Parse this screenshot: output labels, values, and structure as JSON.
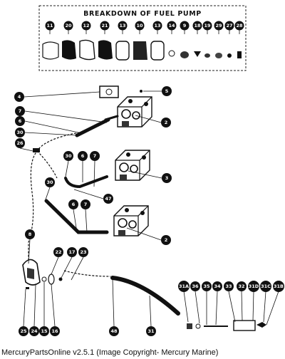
{
  "breakdown": {
    "title": "BREAKDOWN OF FUEL PUMP",
    "callouts": [
      "11",
      "20",
      "12",
      "21",
      "13",
      "10",
      "13",
      "14",
      "9",
      "18",
      "19",
      "29",
      "27",
      "28"
    ]
  },
  "callouts": [
    "4",
    "5",
    "7",
    "6",
    "2",
    "30",
    "26",
    "30",
    "6",
    "7",
    "3",
    "47",
    "30",
    "6",
    "7",
    "2",
    "8",
    "22",
    "17",
    "23",
    "31A",
    "36",
    "35",
    "34",
    "33",
    "32",
    "31D",
    "31C",
    "31B",
    "25",
    "24",
    "15",
    "16",
    "48",
    "31"
  ],
  "footer": "MercuryPartsOnline v2.5.1 (Image Copyright- Mercury Marine)"
}
